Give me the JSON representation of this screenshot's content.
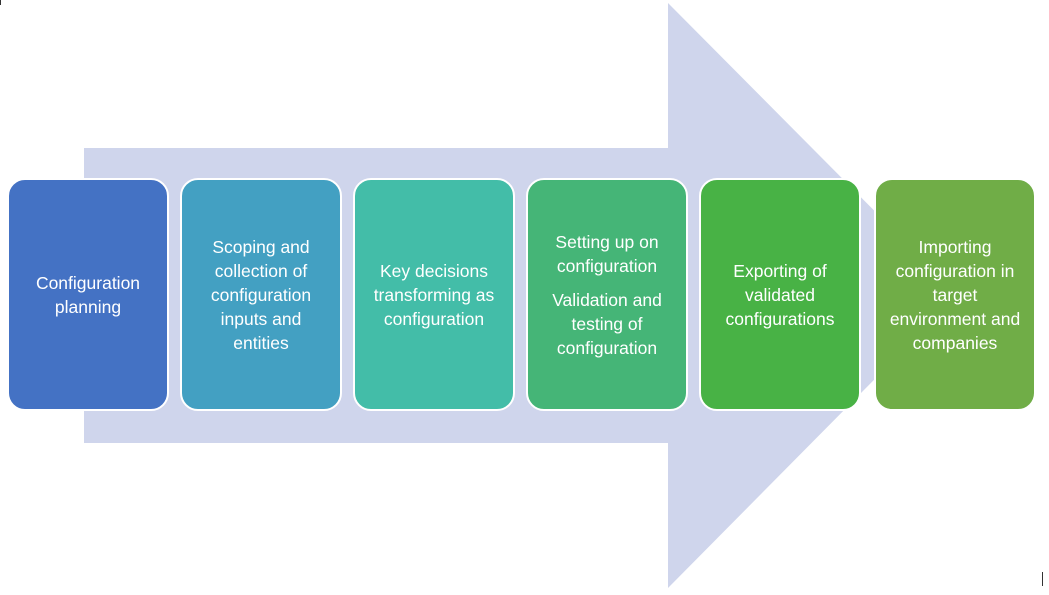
{
  "colors": {
    "arrow": "#cfd5ec",
    "steps": [
      "#4472c4",
      "#43a0c2",
      "#43bda8",
      "#45b577",
      "#48b245",
      "#70ad47"
    ]
  },
  "steps": [
    {
      "lines": [
        "Configuration planning"
      ]
    },
    {
      "lines": [
        "Scoping and collection of configuration inputs and entities"
      ]
    },
    {
      "lines": [
        "Key decisions transforming as configuration"
      ]
    },
    {
      "lines": [
        "Setting up on configuration",
        "Validation and testing of configuration"
      ]
    },
    {
      "lines": [
        "Exporting of validated configurations"
      ]
    },
    {
      "lines": [
        "Importing configuration in target environment and companies"
      ]
    }
  ]
}
